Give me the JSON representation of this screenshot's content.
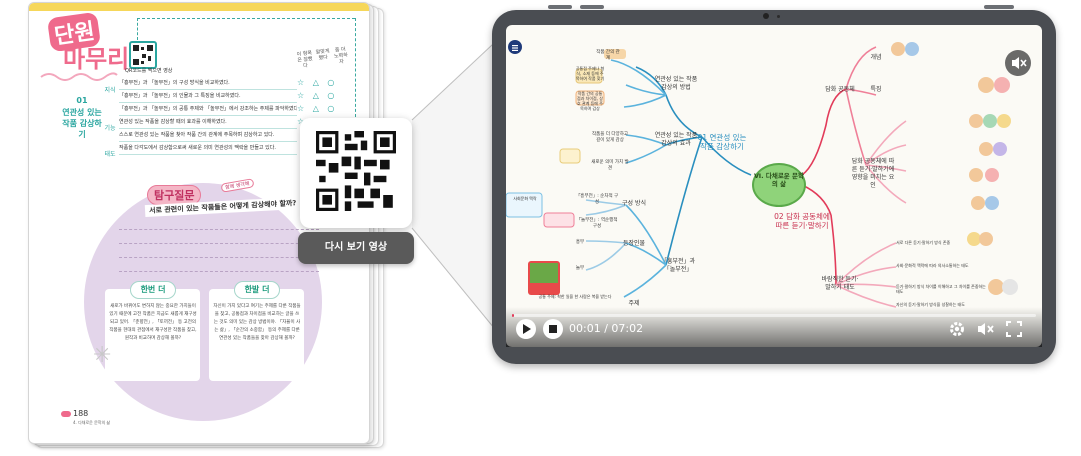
{
  "book": {
    "title_top": "단원",
    "title_bottom": "마무리",
    "qr_caption": "QR코드를 찍으면 영상",
    "goal_number": "01",
    "goal_text": "연관성 있는 작품 감상하기",
    "col_heads": [
      "이 항목은 잘했다",
      "알맞게 했다",
      "좀 더 노력하자"
    ],
    "rows": [
      {
        "label": "지식",
        "text": "「흥부전」과 「놀부전」의 구성 방식을 비교하였다."
      },
      {
        "label": "",
        "text": "「흥부전」과 「놀부전」의 인물과 그 특징을 비교하였다."
      },
      {
        "label": "",
        "text": "「흥부전」과 「놀부전」의 공통 주제와 「놀부전」에서 강조하는 주제를 파악하였다."
      },
      {
        "label": "기능",
        "text": "연관성 있는 작품을 감상할 때의 효과를 이해하였다."
      },
      {
        "label": "",
        "text": "스스로 연관성 있는 작품을 찾아 작품 간의 관계에 주목하며 감상하고 있다."
      },
      {
        "label": "태도",
        "text": "작품을 다각도에서 감상함으로써 새로운 의미 연관성의 맥락을 만들고 있다."
      }
    ],
    "marks": "☆ △ ○",
    "question_badge": "탐구질문",
    "question_sub": "함께 생각해",
    "question_text": "서로 관련이 있는 작품들은 어떻게 감상해야 할까?",
    "box_left_head": "한번 더",
    "box_left_text": "새로가 바뀌어도 변하지 않는 중요한 가치들이 있기 때문에 고전 작품은 지금도 새롭게 재구성되고 있어. 「춘향전」, 「토끼전」 등 고전의 작품을 현대의 관점에서 재구성한 작품을 찾고, 원작과 비교하며 감상해 볼까?",
    "box_right_head": "한발 더",
    "box_right_text": "자신이 가지 있다고 여기는 주제를 다룬 작품들을 찾고, 공통점과 차이점을 비교하는 글을 쓰는 것도 의미 있는 감상 방법이야. 「자율이 사는 삶」, 「순간의 소중함」 등의 주제를 다룬 연관성 있는 작품들을 찾아 감상해 볼까?",
    "page_number": "188",
    "page_caption": "4. 다채로운 문학의 삶"
  },
  "popup": {
    "button_label": "다시 보기 영상"
  },
  "player": {
    "time": "00:01 / 07:02",
    "progress": 0.002,
    "center_text": "Ⅵ. 다채로운 문학의 삶",
    "branch1": "01 연관성 있는 작품 감상하기",
    "branch2": "02 담화 공동체에 따른 듣기·말하기",
    "nodes": {
      "n_how": "연관성 있는 작품 감상의 방법",
      "n_effect": "연관성 있는 작품 감상의 효과",
      "n_compare": "「흥부전」과 「놀부전」",
      "n_struct": "구성 방식",
      "n_char": "등장인물",
      "n_theme": "주제",
      "n_community": "담화 공동체",
      "n_feature": "특징",
      "n_attitude": "바람직한 듣기·말하기 태도",
      "n_define": "개념",
      "n_factor": "담화 공동체에 따른 듣기·말하기에 영향을 미치는 요인"
    },
    "notes": {
      "a1": "작품 간의 관계",
      "a2": "공통점 주제나 형식, 소재 등에 주목하여 작품 찾기",
      "a3": "작품 간의 공통점과 차이점, 상호 관계 등에 주목하며 감상",
      "a4": "작품을 더 다양하고 깊이 있게 감상",
      "a5": "새로운 의미 가치 발견",
      "b1": "사회문화 맥락",
      "b2": "「흥부전」: 순차적 구성",
      "b3": "「놀부전」: 역순행적 구성",
      "b4": "흥부",
      "b5": "놀부",
      "b6": "공통 주제: 착한 일을 한 사람은 복을 받는다",
      "c1": "서로 다른 듣기·말하기 방식 존중",
      "c2": "사회·문화적 맥락에 따라 의사소통하는 태도",
      "c3": "듣기·말하기 방식 차이를 이해하고 그 차이를 존중하는 태도",
      "c4": "자신의 듣기·말하기 방식을 성찰하는 태도"
    },
    "colors": {
      "accent": "#e23b5a",
      "branch_blue": "#2a8fbf",
      "branch_pink": "#e23b5a"
    }
  }
}
